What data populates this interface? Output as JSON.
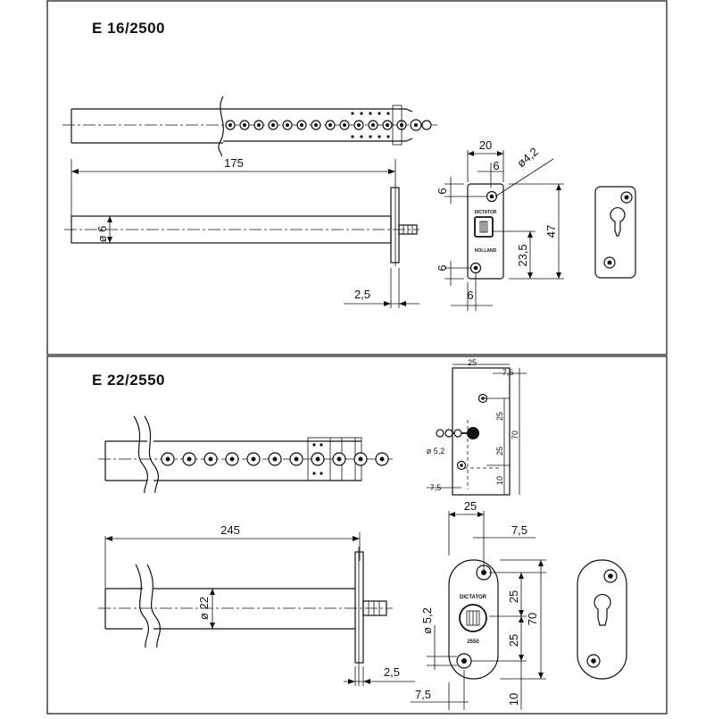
{
  "panels": [
    {
      "title": "E 16/2500",
      "dims": {
        "length": "175",
        "diameter": "ø 6",
        "flange": "2,5",
        "plate_width": "20",
        "hole_offset": "6",
        "hole_diameter": "ø4,2",
        "top_offset": "6",
        "bottom_offset": "6",
        "plate_height": "47",
        "center_height": "23,5",
        "bottom_width": "6"
      },
      "engraving": [
        "DICTATOR",
        "HOLLAND"
      ]
    },
    {
      "title": "E 22/2550",
      "dims": {
        "length": "245",
        "diameter": "ø 22",
        "flange": "2,5",
        "side_width": "25",
        "side_offset": "7,5",
        "side_pitch_top": "25",
        "side_pitch_bottom": "25",
        "side_height": "70",
        "side_bottom": "10",
        "side_left": "7,5",
        "side_diameter": "ø 5,2",
        "plate_width": "25",
        "plate_offset": "7,5",
        "plate_pitch_top": "25",
        "plate_pitch_bottom": "25",
        "plate_height": "70",
        "plate_bottom": "10",
        "plate_left": "7,5",
        "plate_diameter": "ø 5,2"
      },
      "engraving": [
        "DICTATOR",
        "2550"
      ]
    }
  ]
}
